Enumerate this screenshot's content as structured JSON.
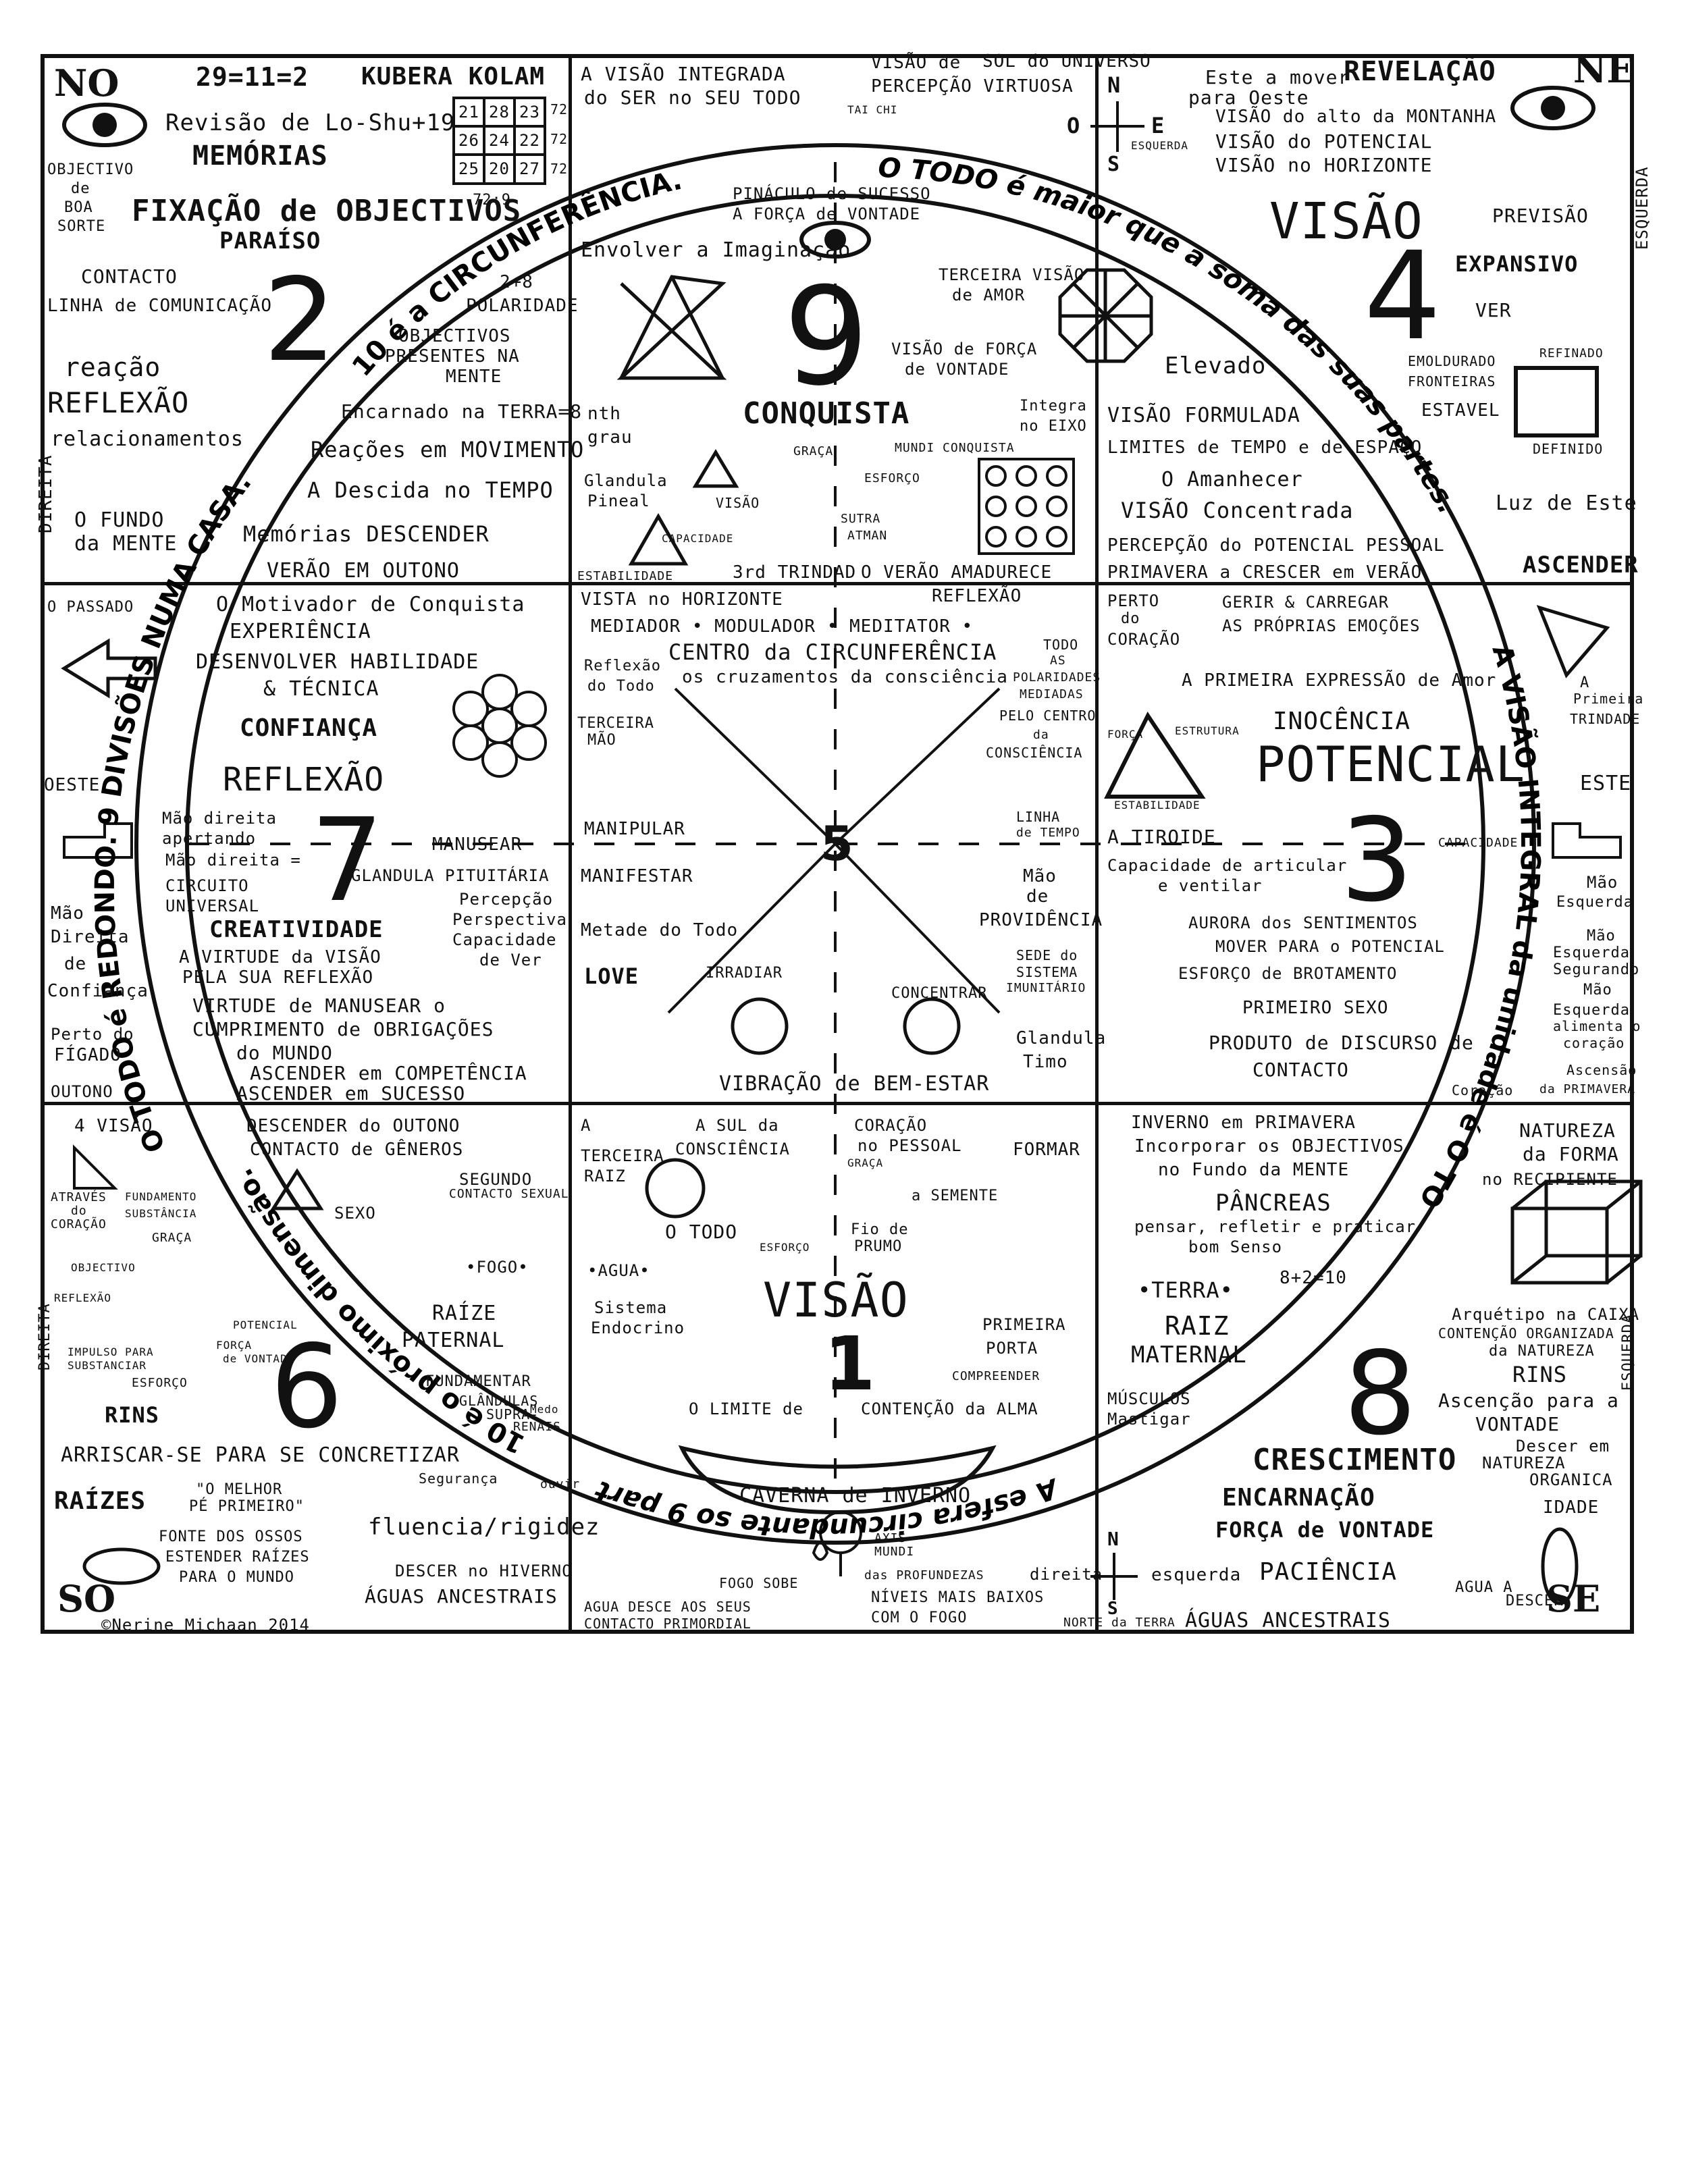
{
  "corners": {
    "no": "NO",
    "ne": "NE",
    "so": "SO",
    "se": "SE"
  },
  "copyright": "©Nerine Michaan 2014",
  "header": {
    "eq": "29=11=2",
    "kolam": "KUBERA KOLAM",
    "loshu": "Revisão de Lo-Shu+19",
    "memorias": "MEMÓRIAS",
    "grid": [
      "21",
      "28",
      "23",
      "26",
      "24",
      "22",
      "25",
      "20",
      "27"
    ],
    "grid_sums": [
      "72",
      "72",
      "72"
    ],
    "grid_total": "72:9",
    "objetivo": [
      "OBJECTIVO",
      "de",
      "BOA",
      "SORTE"
    ],
    "fixacao": "FIXAÇÃO de OBJECTIVOS",
    "paraiso": "PARAÍSO",
    "visao_integrada": [
      "A VISÃO INTEGRADA",
      "do SER no SEU TODO"
    ],
    "visao_sol": [
      "VISÃO de",
      "SOL do UNIVERSO",
      "PERCEPÇÃO VIRTUOSA"
    ],
    "taichi": "TAI CHI",
    "compass_n": "N",
    "compass_o": "O",
    "compass_e": "E",
    "compass_s": "S",
    "compass_esq": "ESQUERDA",
    "mover_oeste": [
      "Este a mover",
      "para Oeste"
    ],
    "revelacao": "REVELAÇÃO",
    "visao_list": [
      "VISÃO do alto da MONTANHA",
      "VISÃO do POTENCIAL",
      "VISÃO no HORIZONTE"
    ]
  },
  "ring": {
    "top": "10 é a CIRCUNFERÊNCIA.",
    "top_right": "O TODO é maior que a soma das suas partes.",
    "right": "A VISÃO INTEGRAL da unidade é O TODO.",
    "bottom": "A esfera circundante so 9 partes.",
    "bottom_left": "10 é o próximo dimensão.",
    "left": "O TODO é REDONDO. 9 DIVISÕES NUMA CASA."
  },
  "cell2": {
    "num": "2",
    "contacto": "CONTACTO",
    "linha": "LINHA de COMUNICAÇÃO",
    "reacao": "reação",
    "reflexao": "REFLEXÃO",
    "relac": "relacionamentos",
    "direita": "DIREITA",
    "fundo": [
      "O FUNDO",
      "da MENTE"
    ],
    "polar": [
      "2+8",
      "POLARIDADE"
    ],
    "obj": [
      "OBJECTIVOS",
      "PRESENTES NA",
      "MENTE"
    ],
    "encarnado": "Encarnado na TERRA=8",
    "reacoes": "Reações em MOVIMENTO",
    "descida": "A Descida no TEMPO",
    "memorias": "Memórias DESCENDER",
    "verao": "VERÃO EM OUTONO"
  },
  "cell9": {
    "num": "9",
    "conquista": "CONQUISTA",
    "pinaculo": [
      "PINÁCULO de SUCESSO",
      "A FORÇA de VONTADE"
    ],
    "envolver": "Envolver a Imaginação",
    "terceira": [
      "TERCEIRA VISÃO",
      "de AMOR"
    ],
    "forca": [
      "VISÃO de FORÇA",
      "de VONTADE"
    ],
    "elevado": "Elevado",
    "nth": [
      "nth",
      "grau"
    ],
    "glandula": [
      "Glandula",
      "Pineal"
    ],
    "visao_small": "VISÃO",
    "capacidade": "CAPACIDADE",
    "estabilidade": "ESTABILIDADE",
    "trindad": "3rd TRINDAD",
    "graca": "GRAÇA",
    "esforco": "ESFORÇO",
    "sutra": [
      "SUTRA",
      "ATMAN"
    ],
    "integra": [
      "Integra",
      "no EIXO"
    ],
    "mundi": "MUNDI CONQUISTA",
    "verao": "O VERÃO AMADURECE"
  },
  "cell4": {
    "num": "4",
    "visao": "VISÃO",
    "previsao": "PREVISÃO",
    "expansivo": "EXPANSIVO",
    "ver": "VER",
    "esquerda": "ESQUERDA",
    "emold": [
      "EMOLDURADO",
      "FRONTEIRAS",
      "ESTAVEL"
    ],
    "refinado": "REFINADO",
    "definido": "DEFINIDO",
    "formulada": "VISÃO FORMULADA",
    "limites": "LIMITES de TEMPO e de ESPAÇO",
    "amanhecer": "O Amanhecer",
    "concentrada": "VISÃO Concentrada",
    "percepcao": "PERCEPÇÃO do POTENCIAL PESSOAL",
    "primavera": "PRIMAVERA a CRESCER em VERÃO",
    "luz": "Luz de Este"
  },
  "cell7": {
    "num": "7",
    "passado": "O PASSADO",
    "motivador": "O Motivador de Conquista",
    "experiencia": "EXPERIÊNCIA",
    "desenvolver": "DESENVOLVER HABILIDADE",
    "tecnica": "& TÉCNICA",
    "confianca": "CONFIANÇA",
    "reflexao": "REFLEXÃO",
    "oeste": "OESTE",
    "mao": [
      "Mão direita",
      "apertando",
      "Mão direita =",
      "CIRCUITO",
      "UNIVERSAL"
    ],
    "manusear": "MANUSEAR",
    "glandula": "GLANDULA PITUITÁRIA",
    "percepcao": [
      "Percepção",
      "Perspectiva",
      "Capacidade",
      "de Ver"
    ],
    "criatividade": "CREATIVIDADE",
    "virtude": [
      "A VIRTUDE da VISÃO",
      "PELA SUA REFLEXÃO"
    ],
    "virtude2": "VIRTUDE de MANUSEAR o",
    "cumprimento": "CUMPRIMENTO de OBRIGAÇÕES",
    "mundo": "do MUNDO",
    "ascender": "ASCENDER em COMPETÊNCIA",
    "ascender2": "ASCENDER em SUCESSO",
    "mao_dir": [
      "Mão",
      "Direita",
      "de",
      "Confiança"
    ],
    "figado": [
      "Perto do",
      "FÍGADO"
    ],
    "outono": "OUTONO"
  },
  "cell5": {
    "num": "5",
    "vista": "VISTA no HORIZONTE",
    "reflexao": "REFLEXÃO",
    "mediador": "MEDIADOR • MODULADOR • MEDITATOR •",
    "centro": "CENTRO da CIRCUNFERÊNCIA",
    "cruz": "os cruzamentos da consciência",
    "reflexao_todo": [
      "Reflexão",
      "do Todo"
    ],
    "todo_as": [
      "TODO",
      "AS",
      "POLARIDADES",
      "MEDIADAS",
      "PELO CENTRO",
      "da",
      "CONSCIÊNCIA"
    ],
    "terceira": [
      "TERCEIRA",
      "MÃO"
    ],
    "manipular": "MANIPULAR",
    "linha": [
      "LINHA",
      "de TEMPO"
    ],
    "manifestar": "MANIFESTAR",
    "mao": [
      "Mão",
      "de",
      "PROVIDÊNCIA"
    ],
    "metade": "Metade do Todo",
    "love": "LOVE",
    "irradiar": "IRRADIAR",
    "concentrar": "CONCENTRAR",
    "sede": [
      "SEDE do",
      "SISTEMA",
      "IMUNITÁRIO"
    ],
    "timo": [
      "Glandula",
      "Timo"
    ],
    "vibracao": "VIBRAÇÃO de BEM-ESTAR"
  },
  "cell3": {
    "num": "3",
    "perto": [
      "PERTO",
      "do",
      "CORAÇÃO"
    ],
    "gerir": [
      "GERIR & CARREGAR",
      "AS PRÓPRIAS EMOÇÕES"
    ],
    "ascender": "ASCENDER",
    "primeira": "A PRIMEIRA EXPRESSÃO de Amor",
    "inocencia": "INOCÊNCIA",
    "potencial": "POTENCIAL",
    "primeira_trin": [
      "A",
      "Primeira",
      "TRINDADE"
    ],
    "este": "ESTE",
    "forca": "FORÇA",
    "estrutura": "ESTRUTURA",
    "estabilidade": "ESTABILIDADE",
    "tiroide": "A TIROIDE",
    "capacidade": "CAPACIDADE",
    "articular": [
      "Capacidade de articular",
      "e ventilar"
    ],
    "aurora": "AURORA dos SENTIMENTOS",
    "mover": "MOVER PARA o POTENCIAL",
    "esforco": "ESFORÇO de BROTAMENTO",
    "primeiro": "PRIMEIRO SEXO",
    "produto": [
      "PRODUTO de DISCURSO de",
      "CONTACTO"
    ],
    "mao_esq": [
      "Mão",
      "Esquerda",
      "Mão",
      "Esquerda",
      "Segurando",
      "Mão",
      "Esquerda",
      "alimenta o",
      "coração"
    ],
    "ascensao": [
      "Ascensão",
      "da PRIMAVERA"
    ],
    "coracao": "Coração"
  },
  "cell6": {
    "num": "6",
    "visao": "4 VISÃO",
    "atraves": [
      "ATRAVÉS",
      "do",
      "CORAÇÃO"
    ],
    "fundamento": [
      "FUNDAMENTO",
      "SUBSTÂNCIA"
    ],
    "graca": "GRAÇA",
    "objectivo": "OBJECTIVO",
    "reflexao": "REFLEXÃO",
    "potencial": "POTENCIAL",
    "impulso": [
      "IMPULSO PARA",
      "SUBSTANCIAR"
    ],
    "forca": [
      "FORÇA",
      "de VONTADE"
    ],
    "esforco": "ESFORÇO",
    "direita": "DIREITA",
    "descender": [
      "DESCENDER do OUTONO",
      "CONTACTO de GÊNEROS"
    ],
    "sexo": "SEXO",
    "segundo": [
      "SEGUNDO",
      "CONTACTO SEXUAL"
    ],
    "fogo": "•FOGO•",
    "raize": [
      "RAÍZE",
      "PATERNAL"
    ],
    "fundamentar": "FUNDAMENTAR",
    "glandulas": [
      "GLÂNDULAS",
      "SUPRA-",
      "RENAIS"
    ],
    "medo": "Medo",
    "rins": "RINS",
    "arriscar": "ARRISCAR-SE PARA SE CONCRETIZAR",
    "raizes": "RAÍZES",
    "melhor": [
      "\"O MELHOR",
      "PÉ PRIMEIRO\""
    ],
    "fonte": [
      "FONTE DOS OSSOS",
      "ESTENDER RAÍZES",
      "PARA O MUNDO"
    ],
    "seguranca": "Segurança",
    "ouvir": "ouvir",
    "fluencia": "fluencia/rigidez",
    "descer": "DESCER no HIVERNO",
    "aguas": "ÁGUAS ANCESTRAIS"
  },
  "cell1": {
    "num": "1",
    "visao": "VISÃO",
    "a": "A",
    "sul": [
      "A SUL da",
      "CONSCIÊNCIA"
    ],
    "terceira": [
      "TERCEIRA",
      "RAIZ"
    ],
    "coracao": [
      "CORAÇÃO",
      "no PESSOAL"
    ],
    "formar": "FORMAR",
    "graca": "GRAÇA",
    "semente": "a SEMENTE",
    "otodo": "O TODO",
    "fio": [
      "Fio de",
      "PRUMO"
    ],
    "esforco": "ESFORÇO",
    "agua": "•AGUA•",
    "sistema": [
      "Sistema",
      "Endocrino"
    ],
    "primeira": [
      "PRIMEIRA",
      "PORTA"
    ],
    "compreender": "COMPREENDER",
    "limite": "O LIMITE de",
    "contencao": "CONTENÇÃO da ALMA",
    "caverna": "CAVERNA de INVERNO",
    "axis": [
      "AXIS",
      "MUNDI"
    ],
    "fogo": "FOGO SOBE",
    "profundezas": "das PROFUNDEZAS",
    "niveis": [
      "NÍVEIS MAIS BAIXOS",
      "COM O FOGO"
    ],
    "agua_desce": [
      "AGUA DESCE AOS SEUS",
      "CONTACTO PRIMORDIAL"
    ]
  },
  "cell8": {
    "num": "8",
    "inverno": [
      "INVERNO em PRIMAVERA",
      "Incorporar os OBJECTIVOS",
      "no Fundo da MENTE"
    ],
    "natureza": [
      "NATUREZA",
      "da FORMA",
      "no RECIPIENTE"
    ],
    "pancreas": "PÂNCREAS",
    "pensar": [
      "pensar, refletir e praticar",
      "bom Senso"
    ],
    "eq": "8+2=10",
    "terra": "•TERRA•",
    "raiz": [
      "RAIZ",
      "MATERNAL"
    ],
    "arquetipo": [
      "Arquétipo na CAIXA",
      "CONTENÇÃO ORGANIZADA",
      "da NATUREZA"
    ],
    "rins": "RINS",
    "musculos": [
      "MÚSCULOS",
      "Mastigar"
    ],
    "ascencao": [
      "Ascenção para a",
      "VONTADE"
    ],
    "esquerda": "ESQUERDA",
    "descer": [
      "Descer em",
      "NATUREZA",
      "ORGANICA"
    ],
    "idade": "IDADE",
    "crescimento": "CRESCIMENTO",
    "encarnacao": "ENCARNAÇÃO",
    "forca": "FORÇA de VONTADE",
    "paciencia": "PACIÊNCIA",
    "agua": [
      "AGUA A",
      "DESCER"
    ],
    "direita": "direita",
    "esquerda2": "esquerda",
    "norte": "NORTE da TERRA",
    "aguas": "ÁGUAS ANCESTRAIS",
    "n": "N",
    "s": "S"
  }
}
